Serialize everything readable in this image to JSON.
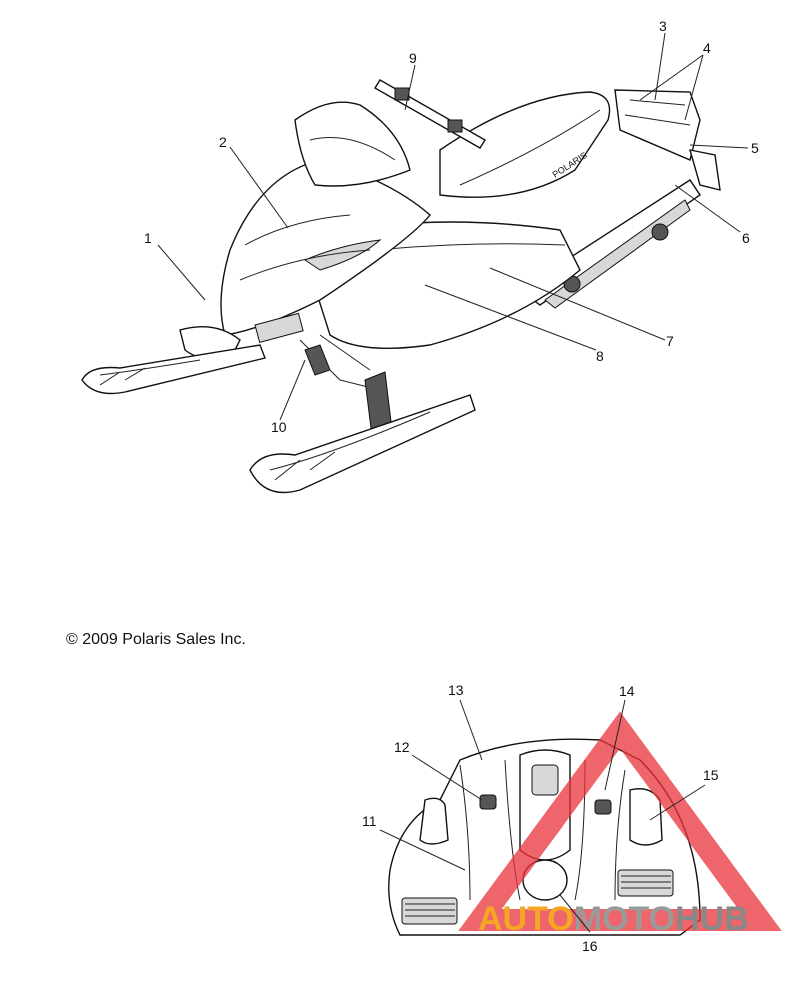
{
  "copyright": "© 2009 Polaris Sales Inc.",
  "callouts": [
    "1",
    "2",
    "3",
    "4",
    "5",
    "6",
    "7",
    "8",
    "9",
    "10",
    "11",
    "12",
    "13",
    "14",
    "15",
    "16"
  ],
  "hood_text": "POLARIS",
  "watermark": {
    "part1": "AUTO",
    "part2": "MOTO",
    "part3": "HUB",
    "color_orange": "#f5a623",
    "color_grey": "#9a9a9a",
    "color_red": "#e8333a"
  }
}
